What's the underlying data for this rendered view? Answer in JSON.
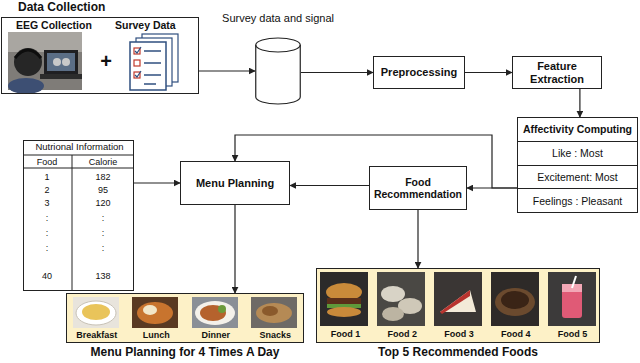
{
  "diagram": {
    "nodes": [
      {
        "text": [
          "Data Collection",
          "EEG Collection",
          "Survey Data"
        ]
      },
      {
        "text": [
          "Survey data and signal"
        ]
      },
      {
        "text": [
          "Preprocessing"
        ]
      },
      {
        "text": [
          "Feature Extraction"
        ]
      },
      {
        "text": [
          "Affectivity Computing",
          "Like : Most",
          "Excitement: Most",
          "Feelings : Pleasant"
        ]
      },
      {
        "text": [
          "Food Recommendation"
        ]
      },
      {
        "text": [
          "Menu Planning"
        ]
      },
      {
        "text": [
          "Nutrional Information"
        ]
      },
      {
        "text": [
          "Breakfast",
          "Lunch",
          "Dinner",
          "Snacks",
          "Menu Planning for 4 Times A Day"
        ]
      },
      {
        "text": [
          "Food 1",
          "Food 2",
          "Food 3",
          "Food 4",
          "Food 5",
          "Top 5 Recommended Foods"
        ]
      }
    ],
    "edges": [
      {
        "from": 0,
        "to": 1,
        "arrow": "to"
      },
      {
        "from": 1,
        "to": 2,
        "arrow": "to"
      },
      {
        "from": 2,
        "to": 3,
        "arrow": "to"
      },
      {
        "from": 3,
        "to": 4,
        "arrow": "to"
      },
      {
        "from": 4,
        "to": 5,
        "arrow": "to"
      },
      {
        "from": 5,
        "to": 6,
        "arrow": "to"
      },
      {
        "from": 4,
        "to": 6,
        "arrow": "to"
      },
      {
        "from": 7,
        "to": 6,
        "arrow": "to"
      },
      {
        "from": 6,
        "to": 8,
        "arrow": "to"
      },
      {
        "from": 5,
        "to": 9,
        "arrow": "to"
      }
    ],
    "labels": [
      "+",
      "Food",
      "Calorie",
      "1",
      "182",
      "2",
      "95",
      "3",
      "120",
      ":",
      ":",
      ":",
      ":",
      ":",
      ":",
      "40",
      "138"
    ]
  }
}
